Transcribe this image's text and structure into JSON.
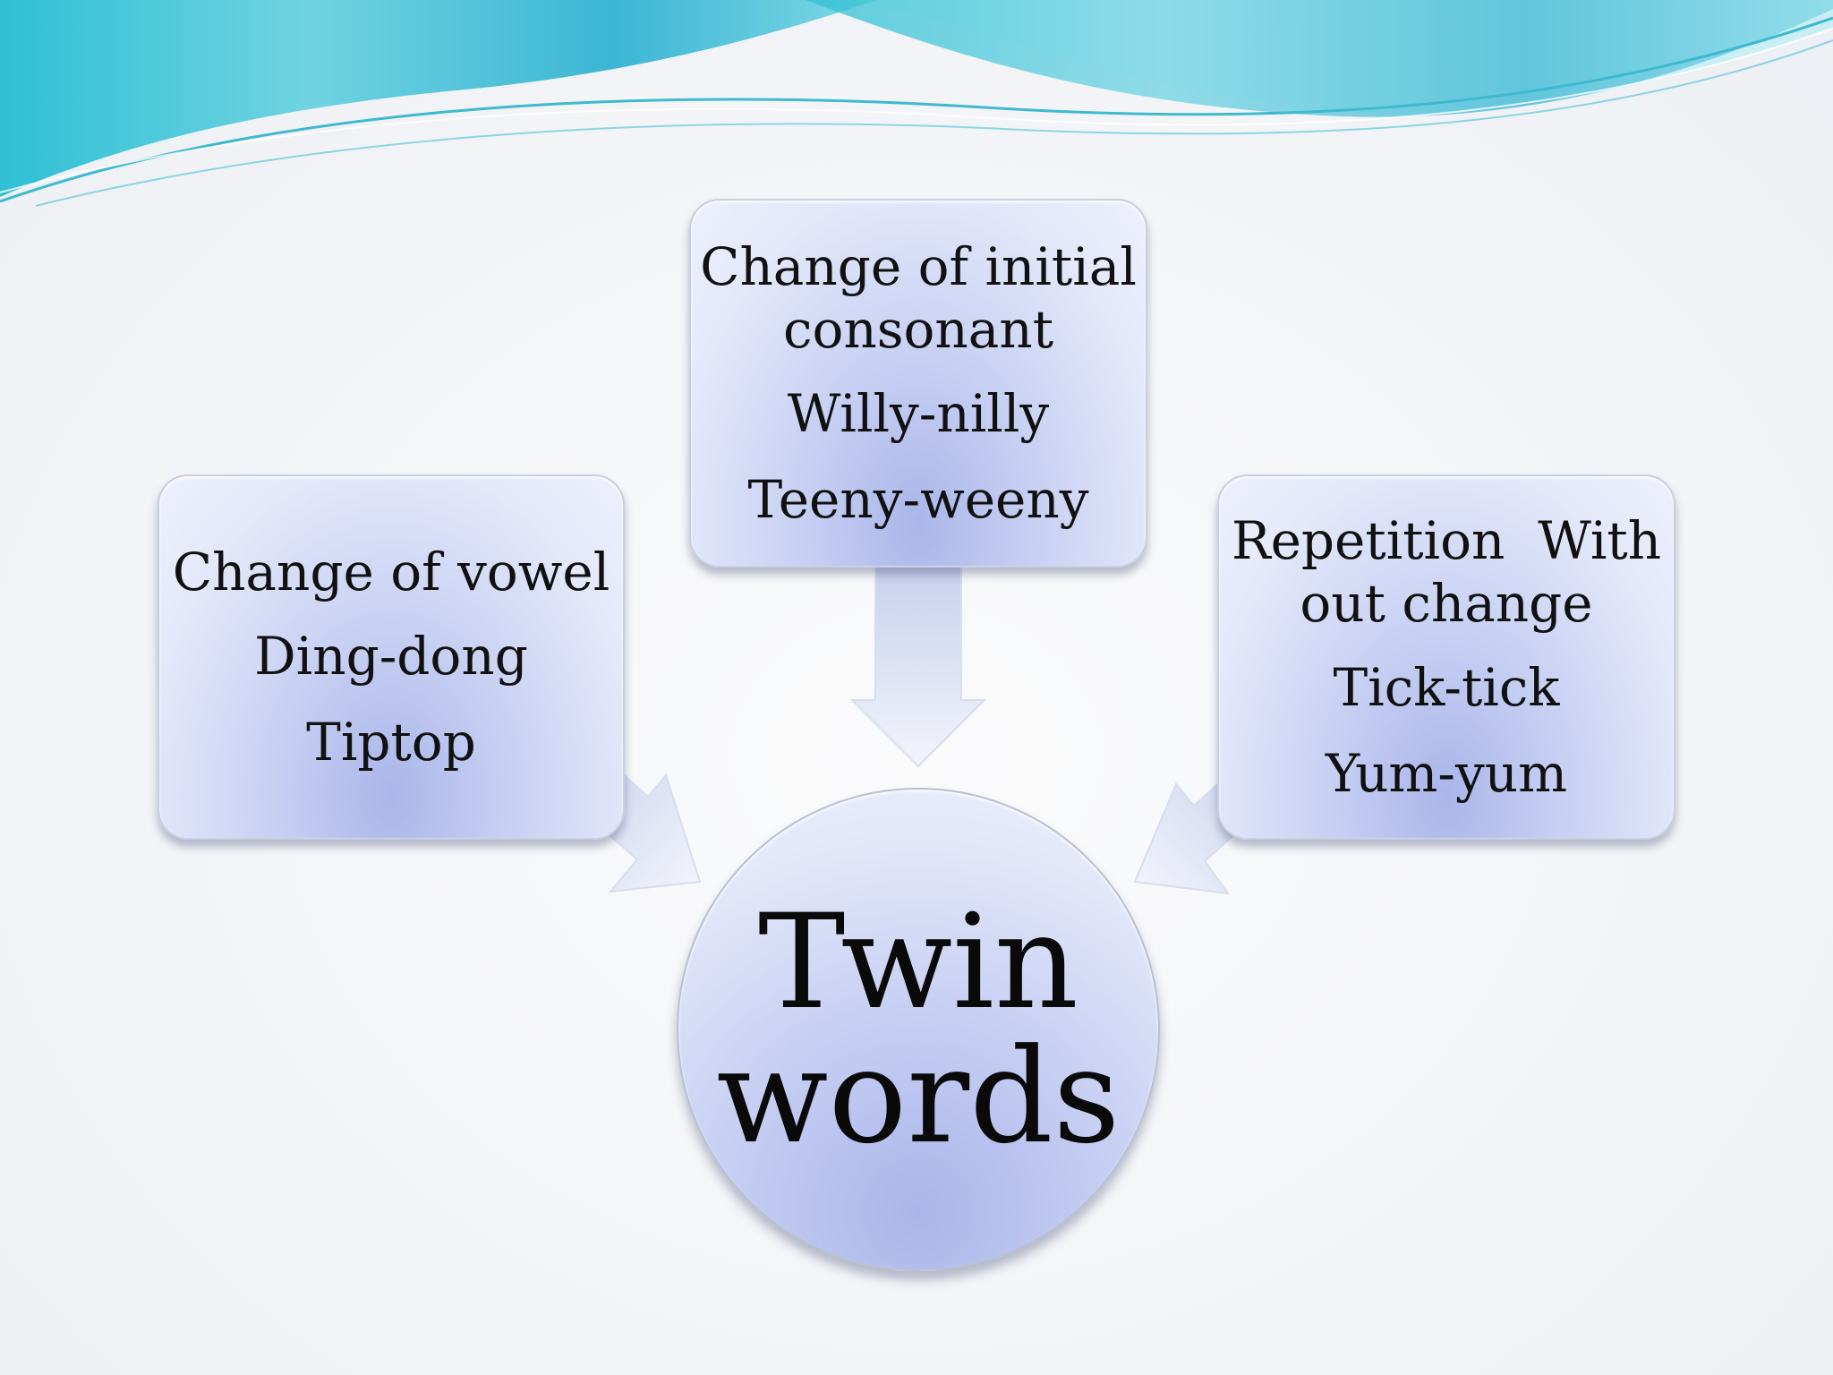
{
  "diagram": {
    "center": {
      "lines": [
        "Twin",
        "words"
      ]
    },
    "categories": [
      {
        "heading": "Change of vowel",
        "examples": [
          "Ding-dong",
          "Tiptop"
        ]
      },
      {
        "heading": "Change of initial consonant",
        "examples": [
          "Willy-nilly",
          "Teeny-weeny"
        ]
      },
      {
        "heading": "Repetition  With out change",
        "examples": [
          "Tick-tick",
          "Yum-yum"
        ]
      }
    ]
  },
  "colors": {
    "wave_teal": "#3fc7d8",
    "wave_light": "#a9e7ef",
    "box_fill": "#c9d1f3",
    "box_accent": "#aab6ea",
    "arrow_fill": "#e6eaf8"
  }
}
